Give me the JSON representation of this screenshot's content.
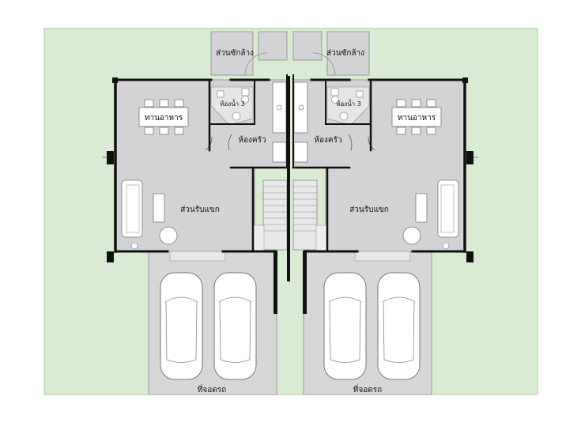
{
  "colors": {
    "lawn": "#d9ecd3",
    "lawn_edge": "#a9c9a3",
    "floor": "#d3d3d5",
    "floor_edge": "#9a9a9a",
    "parking": "#d7d7d9",
    "wall": "#111111",
    "furniture": "#ffffff",
    "furniture_line": "#777777"
  },
  "units": {
    "left": {
      "dining": "ทานอาหาร",
      "living": "ส่วนรับแขก",
      "kitchen": "ห้องครัว",
      "bathroom": "ห้องน้ำ 3",
      "laundry": "ส่วนซักล้าง",
      "parking": "ที่จอดรถ"
    },
    "right": {
      "dining": "ทานอาหาร",
      "living": "ส่วนรับแขก",
      "kitchen": "ห้องครัว",
      "bathroom": "ห้องน้ำ 3",
      "laundry": "ส่วนซักล้าง",
      "parking": "ที่จอดรถ"
    }
  }
}
